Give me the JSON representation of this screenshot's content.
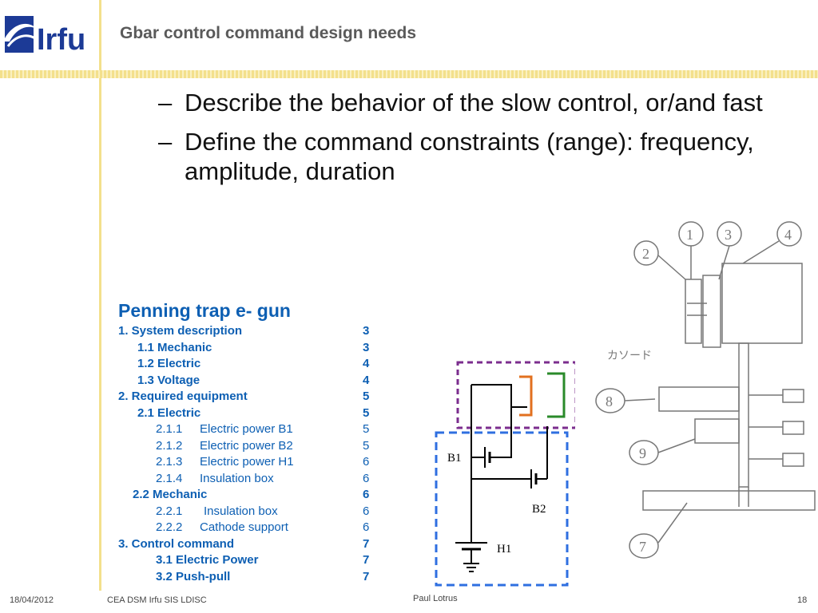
{
  "header": {
    "logo_text": "Irfu",
    "title": "Gbar control command design needs"
  },
  "bullets": [
    {
      "dash": "–",
      "text": "Describe the behavior of the slow control, or/and fast"
    },
    {
      "dash": "–",
      "text": "Define the command constraints (range): frequency, amplitude, duration"
    }
  ],
  "toc": {
    "title": "Penning trap e- gun",
    "items": [
      {
        "label": "1. System description",
        "page": "3"
      },
      {
        "label": "1.1 Mechanic",
        "page": "3"
      },
      {
        "label": "1.2 Electric",
        "page": "4"
      },
      {
        "label": "1.3 Voltage",
        "page": "4"
      },
      {
        "label": "2. Required equipment",
        "page": "5"
      },
      {
        "label": "2.1 Electric",
        "page": "5"
      },
      {
        "num": "2.1.1",
        "label": "Electric power B1",
        "page": "5"
      },
      {
        "num": "2.1.2",
        "label": "Electric power B2",
        "page": "5"
      },
      {
        "num": "2.1.3",
        "label": "Electric power H1",
        "page": "6"
      },
      {
        "num": "2.1.4",
        "label": "Insulation box",
        "page": "6"
      },
      {
        "label": "2.2 Mechanic",
        "page": "6"
      },
      {
        "num": "2.2.1",
        "label": "Insulation box",
        "page": "6"
      },
      {
        "num": "2.2.2",
        "label": "Cathode support",
        "page": "6"
      },
      {
        "label": "3. Control command",
        "page": "7"
      },
      {
        "label": "3.1 Electric Power",
        "page": "7"
      },
      {
        "label": "3.2 Push-pull",
        "page": "7"
      }
    ]
  },
  "circuit": {
    "b1": "B1",
    "b2": "B2",
    "h1": "H1"
  },
  "drawing": {
    "labels": [
      "1",
      "2",
      "3",
      "4",
      "8",
      "9",
      "7"
    ],
    "cathode_label": "カソード"
  },
  "footer": {
    "date": "18/04/2012",
    "org": "CEA DSM Irfu SIS LDISC",
    "author": "Paul Lotrus",
    "page": "18"
  },
  "colors": {
    "accent": "#f3e08c",
    "toc_blue": "#0d5fb3",
    "logo_blue": "#1c3a96"
  }
}
